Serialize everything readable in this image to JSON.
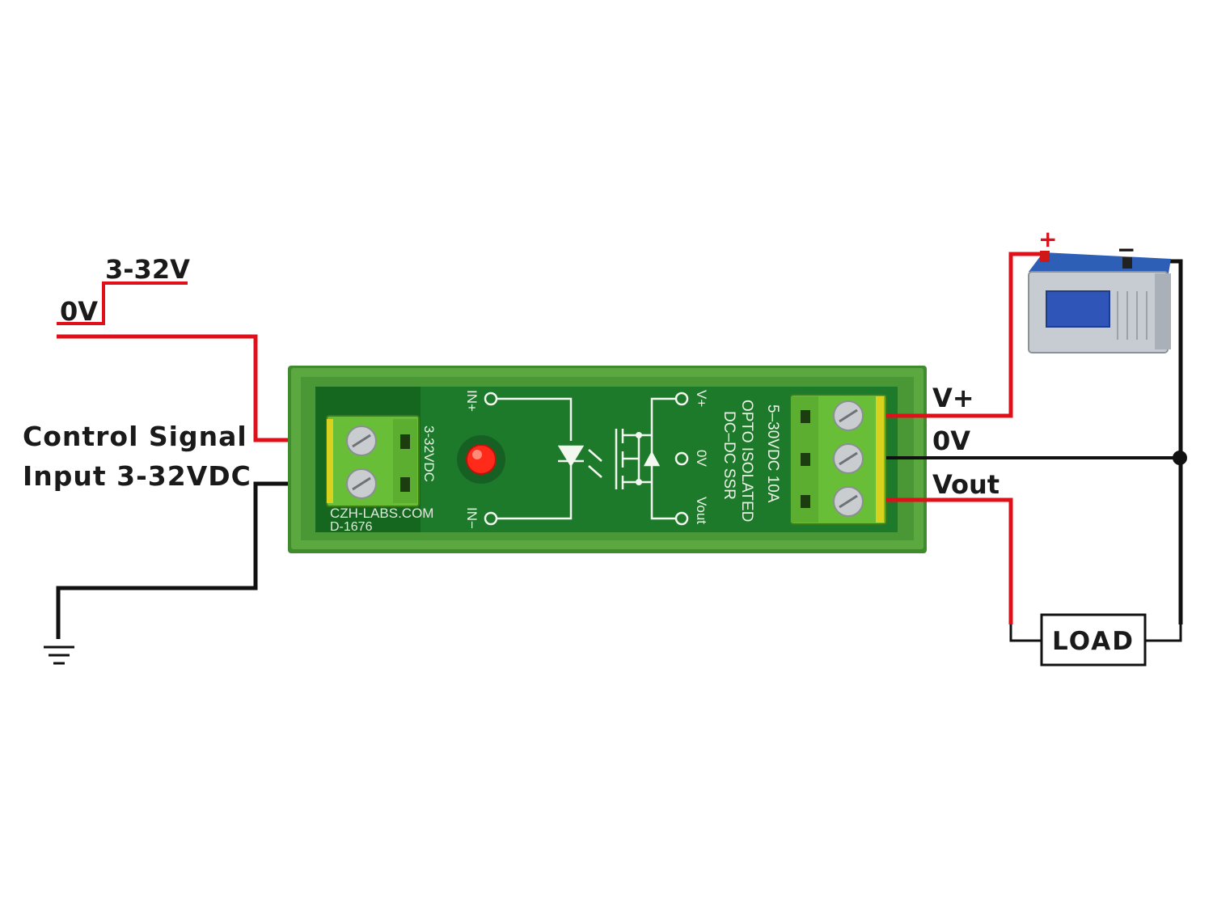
{
  "signal_levels": {
    "low": "0V",
    "high": "3-32V"
  },
  "control_label": {
    "line1": "Control Signal",
    "line2": "Input 3-32VDC"
  },
  "module": {
    "input_terminal_label": "3-32VDC",
    "maker": "CZH-LABS.COM",
    "part_number": "D-1676",
    "pin_in_plus": "IN+",
    "pin_in_minus": "IN−",
    "pin_vplus": "V+",
    "pin_0v": "0V",
    "pin_vout": "Vout",
    "title_line1": "5–30VDC  10A",
    "title_line2": "OPTO ISOLATED",
    "title_line3": "DC–DC  SSR"
  },
  "output_labels": {
    "vplus": "V+",
    "zero": "0V",
    "vout": "Vout"
  },
  "battery": {
    "plus": "+",
    "minus": "−"
  },
  "load_label": "LOAD",
  "colors": {
    "wire_red": "#e0101a",
    "wire_black": "#111111",
    "housing_green": "#4f9a3a",
    "pcb_green": "#1f7a2a",
    "terminal_green": "#6cc238",
    "battery_blue": "#2e5fb6",
    "led_red": "#ff2a1a"
  }
}
